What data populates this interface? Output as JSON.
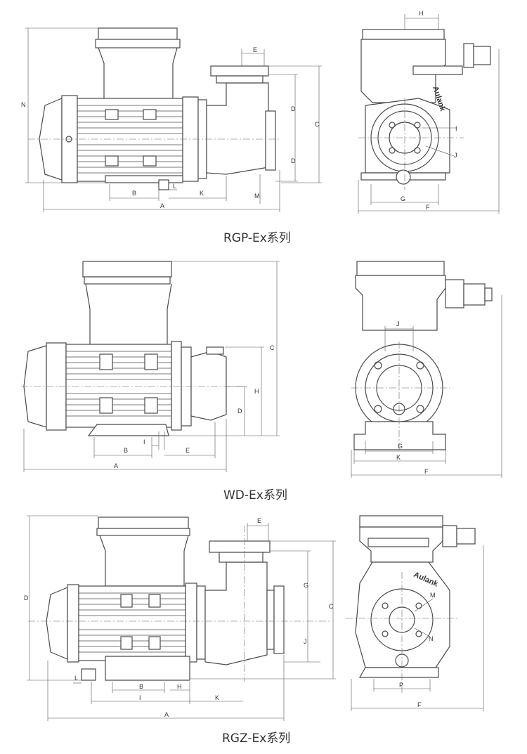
{
  "captions": {
    "rgp": "RGP-Ex系列",
    "wd": "WD-Ex系列",
    "rgz": "RGZ-Ex系列"
  },
  "brand": "Aulank",
  "rgp_side": {
    "N": "N",
    "E": "E",
    "D1": "D",
    "D2": "D",
    "C": "C",
    "M": "M",
    "B": "B",
    "L": "L",
    "K": "K",
    "A": "A"
  },
  "rgp_front": {
    "H": "H",
    "I": "I",
    "J": "J",
    "G": "G",
    "F": "F"
  },
  "wd_side": {
    "C": "C",
    "H": "H",
    "D": "D",
    "B": "B",
    "I": "I",
    "E": "E",
    "A": "A"
  },
  "wd_front": {
    "J": "J",
    "G": "G",
    "K": "K",
    "F": "F"
  },
  "rgz_side": {
    "D": "D",
    "E": "E",
    "G": "G",
    "C": "C",
    "J": "J",
    "L": "L",
    "B": "B",
    "H": "H",
    "I": "I",
    "K": "K",
    "A": "A"
  },
  "rgz_front": {
    "M": "M",
    "N": "N",
    "P": "P",
    "F": "F"
  }
}
